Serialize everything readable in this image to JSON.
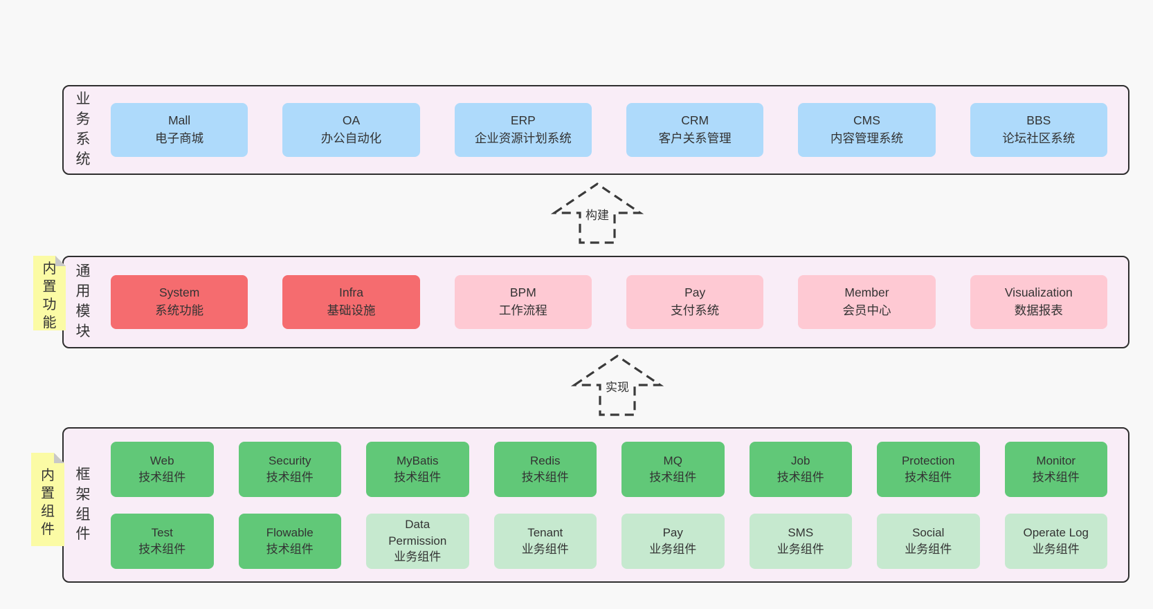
{
  "colors": {
    "page_bg": "#f8f8f8",
    "container_bg": "#f9edf7",
    "container_border": "#2e2e2e",
    "business_box_blue": "#aedafb",
    "core_module_red": "#f56c6f",
    "module_pink": "#fec9d3",
    "tech_component_green": "#61c878",
    "biz_component_light_green": "#c6e9cf",
    "sticky_yellow": "#fbfba5",
    "text": "#333333"
  },
  "arrows": {
    "build": "构建",
    "implement": "实现"
  },
  "layers": {
    "business": {
      "label": "业务系统",
      "boxes": [
        {
          "name": "Mall",
          "desc": "电子商城"
        },
        {
          "name": "OA",
          "desc": "办公自动化"
        },
        {
          "name": "ERP",
          "desc": "企业资源计划系统"
        },
        {
          "name": "CRM",
          "desc": "客户关系管理"
        },
        {
          "name": "CMS",
          "desc": "内容管理系统"
        },
        {
          "name": "BBS",
          "desc": "论坛社区系统"
        }
      ]
    },
    "modules": {
      "label": "通用模块",
      "sticky": "内置功能",
      "boxes": [
        {
          "name": "System",
          "desc": "系统功能",
          "variant": "red"
        },
        {
          "name": "Infra",
          "desc": "基础设施",
          "variant": "red"
        },
        {
          "name": "BPM",
          "desc": "工作流程",
          "variant": "pink"
        },
        {
          "name": "Pay",
          "desc": "支付系统",
          "variant": "pink"
        },
        {
          "name": "Member",
          "desc": "会员中心",
          "variant": "pink"
        },
        {
          "name": "Visualization",
          "desc": "数据报表",
          "variant": "pink"
        }
      ]
    },
    "framework": {
      "label": "框架组件",
      "sticky": "内置组件",
      "row1": [
        {
          "name": "Web",
          "desc": "技术组件",
          "variant": "tech"
        },
        {
          "name": "Security",
          "desc": "技术组件",
          "variant": "tech"
        },
        {
          "name": "MyBatis",
          "desc": "技术组件",
          "variant": "tech"
        },
        {
          "name": "Redis",
          "desc": "技术组件",
          "variant": "tech"
        },
        {
          "name": "MQ",
          "desc": "技术组件",
          "variant": "tech"
        },
        {
          "name": "Job",
          "desc": "技术组件",
          "variant": "tech"
        },
        {
          "name": "Protection",
          "desc": "技术组件",
          "variant": "tech"
        },
        {
          "name": "Monitor",
          "desc": "技术组件",
          "variant": "tech"
        }
      ],
      "row2": [
        {
          "name": "Test",
          "desc": "技术组件",
          "variant": "tech"
        },
        {
          "name": "Flowable",
          "desc": "技术组件",
          "variant": "tech"
        },
        {
          "name": "Data\nPermission",
          "desc": "业务组件",
          "variant": "biz"
        },
        {
          "name": "Tenant",
          "desc": "业务组件",
          "variant": "biz"
        },
        {
          "name": "Pay",
          "desc": "业务组件",
          "variant": "biz"
        },
        {
          "name": "SMS",
          "desc": "业务组件",
          "variant": "biz"
        },
        {
          "name": "Social",
          "desc": "业务组件",
          "variant": "biz"
        },
        {
          "name": "Operate Log",
          "desc": "业务组件",
          "variant": "biz"
        }
      ]
    }
  }
}
